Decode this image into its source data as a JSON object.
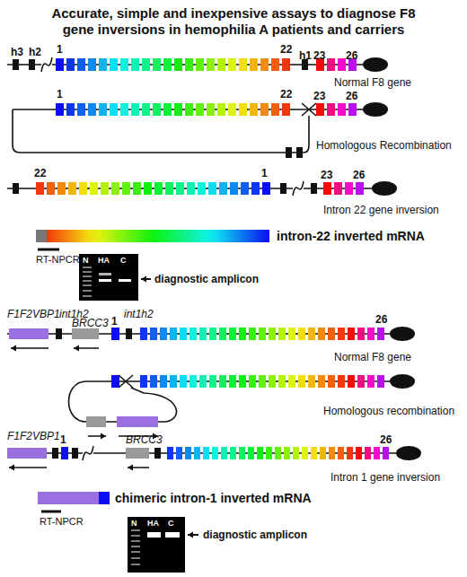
{
  "diagram": {
    "title": "Accurate, simple and inexpensive assays to diagnose F8 gene inversions in hemophilia A patients and carriers",
    "nodes": [
      {
        "text": [
          "N",
          "HA",
          "C"
        ]
      },
      {
        "text": [
          "N",
          "HA",
          "C"
        ]
      }
    ],
    "labels": [
      "h3",
      "h2",
      "1",
      "22",
      "h1",
      "23",
      "26",
      "Normal F8 gene",
      "1",
      "22",
      "23",
      "26",
      "Homologous Recombination",
      "22",
      "1",
      "23",
      "26",
      "Intron 22 gene inversion",
      "intron-22 inverted mRNA",
      "RT-NPCR",
      "diagnostic amplicon",
      "F1F2VBP1",
      "int1h2",
      "BRCC3",
      "1",
      "int1h2",
      "26",
      "Normal F8 gene",
      "Homologous recombination",
      "F1F2VBP1",
      "1",
      "BRCC3",
      "26",
      "Intron 1 gene inversion",
      "chimeric intron-1 inverted mRNA",
      "RT-NPCR",
      "diagnostic amplicon"
    ]
  }
}
